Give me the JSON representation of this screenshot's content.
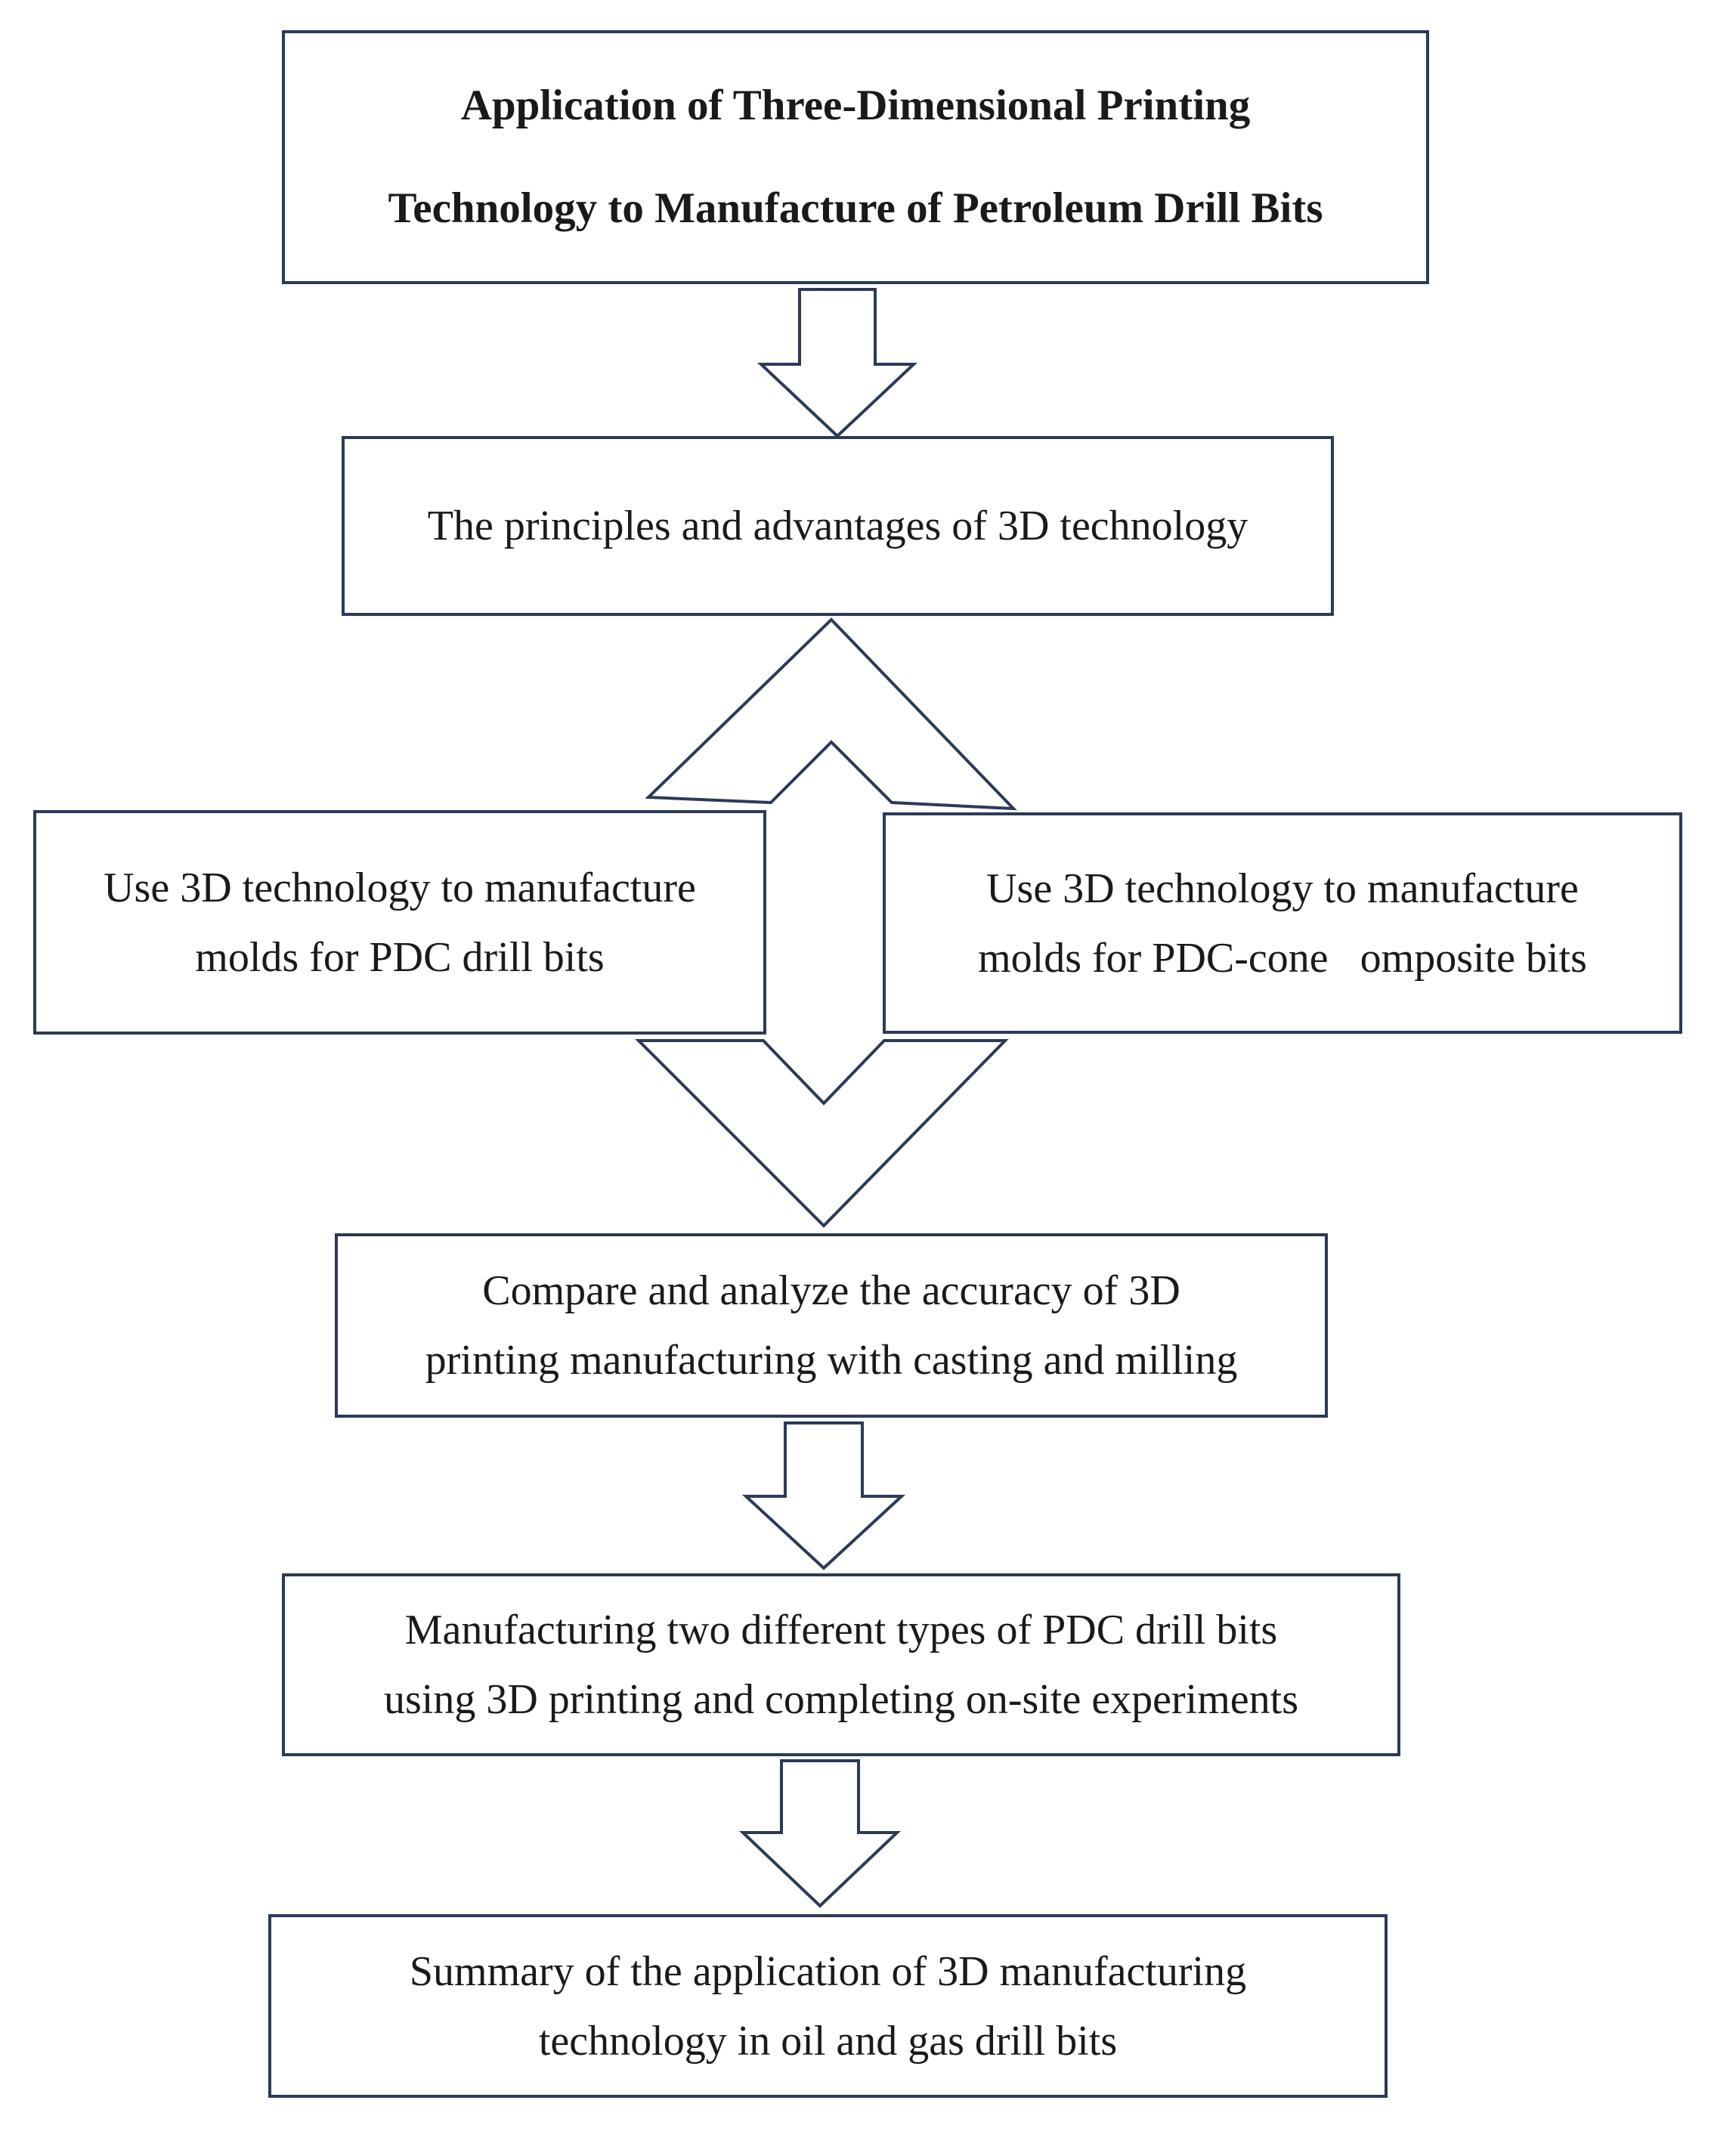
{
  "flowchart": {
    "title": {
      "line1": "Application of Three-Dimensional Printing",
      "line2": "Technology to Manufacture of Petroleum Drill Bits"
    },
    "principles": {
      "line1": "The principles and advantages of 3D technology"
    },
    "pdc_molds": {
      "line1": "Use 3D technology to manufacture",
      "line2": "molds for PDC drill bits"
    },
    "composite_molds": {
      "line1": "Use 3D technology to manufacture",
      "line2": "molds for PDC-cone   omposite bits"
    },
    "compare": {
      "line1": "Compare and analyze the accuracy of 3D",
      "line2": "printing manufacturing with casting and milling"
    },
    "manufacturing": {
      "line1": "Manufacturing two different types of PDC drill bits",
      "line2": "using 3D printing and completing on-site experiments"
    },
    "summary": {
      "line1": "Summary of the application of 3D manufacturing",
      "line2": "technology in oil and gas drill bits"
    }
  },
  "colors": {
    "border": "#2b3a57",
    "text": "#1a1a1a",
    "background": "#ffffff"
  }
}
